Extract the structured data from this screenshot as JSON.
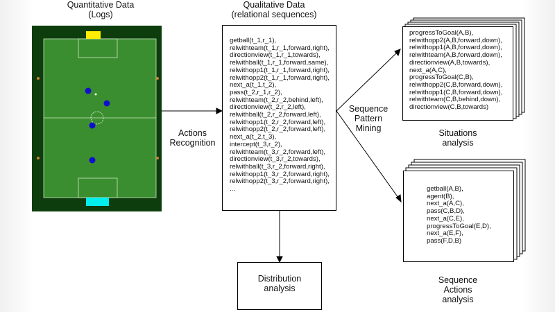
{
  "field_title": "Quantitative Data\n(Logs)",
  "relational_title": "Qualitative Data\n(relational sequences)",
  "actions_recognition": "Actions\nRecognition",
  "sequence_pattern_mining": "Sequence\nPattern\nMining",
  "relational_lines": [
    "getball(t_1,r_1),",
    "relwithteam(t_1,r_1,forward,right),",
    "directionview(t_1,r_1,towards),",
    "relwithball(t_1,r_1,forward,same),",
    "relwithopp1(t_1,r_1,forward,right),",
    "relwithopp2(t_1,r_1,forward,right),",
    "next_a(t_1,t_2),",
    "pass(t_2,r_1,r_2),",
    "relwithteam(t_2,r_2,behind,left),",
    "directionview(t_2,r_2,left),",
    "relwithball(t_2,r_2,forward,left),",
    "relwithopp1(t_2,r_2,forward,left),",
    "relwithopp2(t_2,r_2,forward,left),",
    "next_a(t_2,t_3),",
    "intercept(t_3,r_2),",
    "relwithteam(t_3,r_2,forward,left),",
    "directionview(t_3,r_2,towards),",
    "relwithball(t_3,r_2,forward,right),",
    "relwithopp1(t_3,r_2,forward,right),",
    "relwithopp2(t_3,r_2,forward,right),",
    "..."
  ],
  "situations_lines": [
    "progressToGoal(A,B),",
    "relwithopp2(A,B,forward,down),",
    "relwithopp1(A,B,forward,down),",
    "relwithteam(A,B,forward,down),",
    "directionview(A,B,towards),",
    "next_a(A,C),",
    "progressToGoal(C,B),",
    "relwithopp2(C,B,forward,down),",
    "relwithopp1(C,B,forward,down),",
    "relwithteam(C,B,behind,down),",
    "directionview(C,B,towards)"
  ],
  "situations_label": "Situations\nanalysis",
  "sequence_lines": [
    "getball(A,B),",
    "agent(B),",
    "next_a(A,C),",
    "pass(C,B,D),",
    "next_a(C,E),",
    "progressToGoal(E,D),",
    "next_a(E,F),",
    "pass(F,D,B)"
  ],
  "sequence_label": "Sequence\nActions\nanalysis",
  "distribution_label": "Distribution\nanalysis",
  "colors": {
    "field_outer": "#0d3d0d",
    "field_inner": "#3b8e2f",
    "goal_top": "#ffee00",
    "goal_bottom": "#00eeee",
    "player": "#1010cc"
  }
}
